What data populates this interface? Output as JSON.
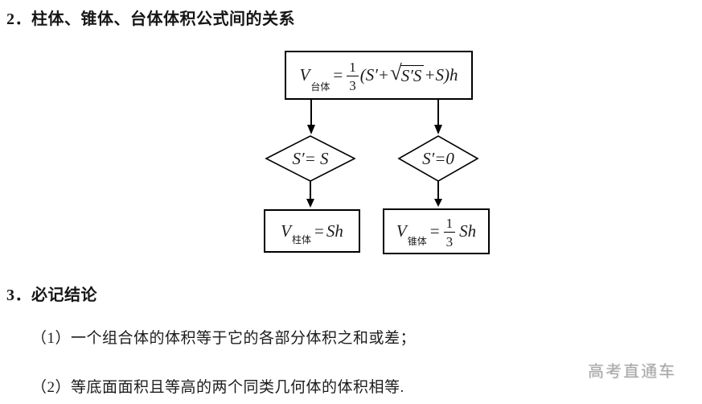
{
  "page": {
    "section2_heading": "2．柱体、锥体、台体体积公式间的关系",
    "section3_heading": "3．必记结论",
    "items": [
      "（1）一个组合体的体积等于它的各部分体积之和或差；",
      "（2）等底面面积且等高的两个同类几何体的体积相等."
    ],
    "watermark": "高考直通车"
  },
  "diagram": {
    "top_box": {
      "v": "V",
      "sub": "台体",
      "eq": "=",
      "num": "1",
      "den": "3",
      "pre": "(S′+",
      "radical": "√",
      "radicand": "S′S",
      "post": "+S)h"
    },
    "left_diamond": "S′= S",
    "right_diamond": "S′=0",
    "left_box": {
      "v": "V",
      "sub": "柱体",
      "eq": "=",
      "rhs": "Sh"
    },
    "right_box": {
      "v": "V",
      "sub": "锥体",
      "eq": "=",
      "num": "1",
      "den": "3",
      "rhs": "Sh"
    }
  },
  "colors": {
    "text": "#1c1c1c",
    "line": "#000000",
    "watermark": "#a8a8a8",
    "background": "#ffffff"
  }
}
